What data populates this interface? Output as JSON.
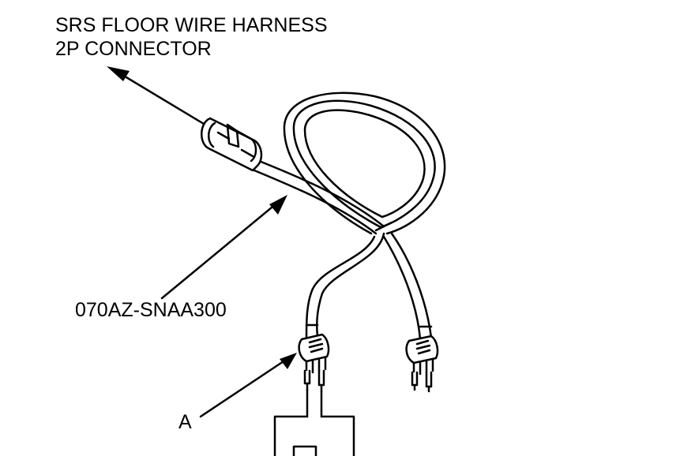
{
  "labels": {
    "connector_line1": "SRS FLOOR WIRE HARNESS",
    "connector_line2": "2P CONNECTOR",
    "part_number": "070AZ-SNAA300",
    "callout_a": "A"
  },
  "colors": {
    "ink": "#000000",
    "paper": "#ffffff"
  }
}
